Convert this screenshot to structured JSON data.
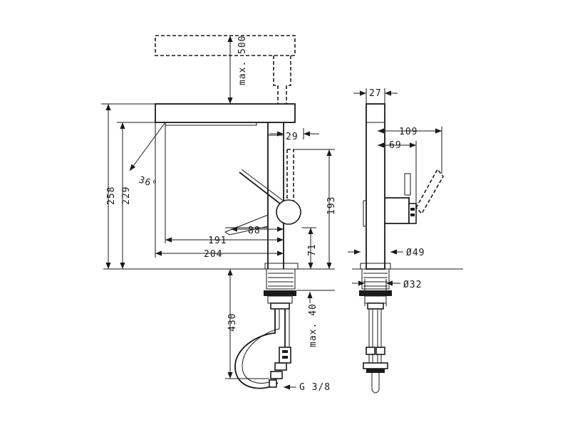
{
  "drawing": {
    "dimensions": {
      "max_500": "max. 500",
      "d258": "258",
      "d229": "229",
      "angle": "36°",
      "d29": "29",
      "d193": "193",
      "d88": "88",
      "d191": "191",
      "d71": "71",
      "d204": "204",
      "d430": "430",
      "max_40": "max. 40",
      "thread": "G 3/8",
      "d27": "27",
      "d109": "109",
      "d69": "69",
      "dia49": "Ø49",
      "dia32": "Ø32"
    }
  }
}
